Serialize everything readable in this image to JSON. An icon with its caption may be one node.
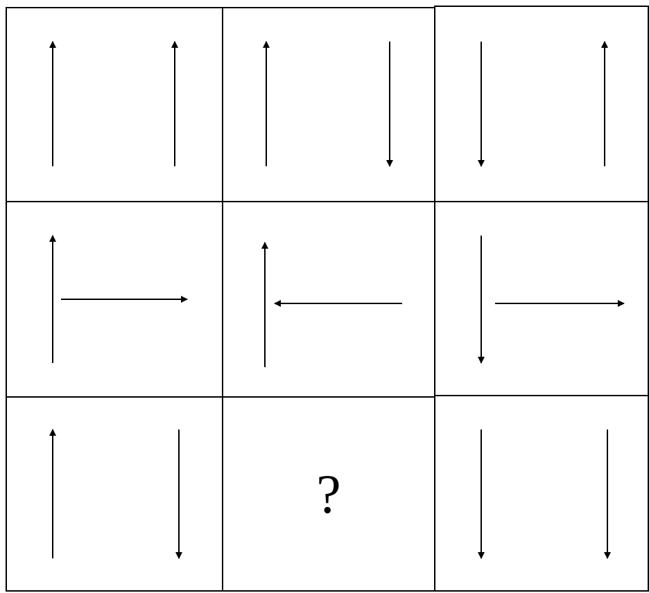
{
  "diagram": {
    "nodes": [
      {
        "text": [],
        "shape": "box"
      },
      {
        "text": [],
        "shape": "box"
      },
      {
        "text": [],
        "shape": "box"
      },
      {
        "text": [],
        "shape": "box"
      },
      {
        "text": [],
        "shape": "box"
      },
      {
        "text": [],
        "shape": "box"
      },
      {
        "text": [],
        "shape": "box"
      },
      {
        "text": [
          "?"
        ]
      },
      {
        "text": [],
        "shape": "box"
      }
    ]
  }
}
